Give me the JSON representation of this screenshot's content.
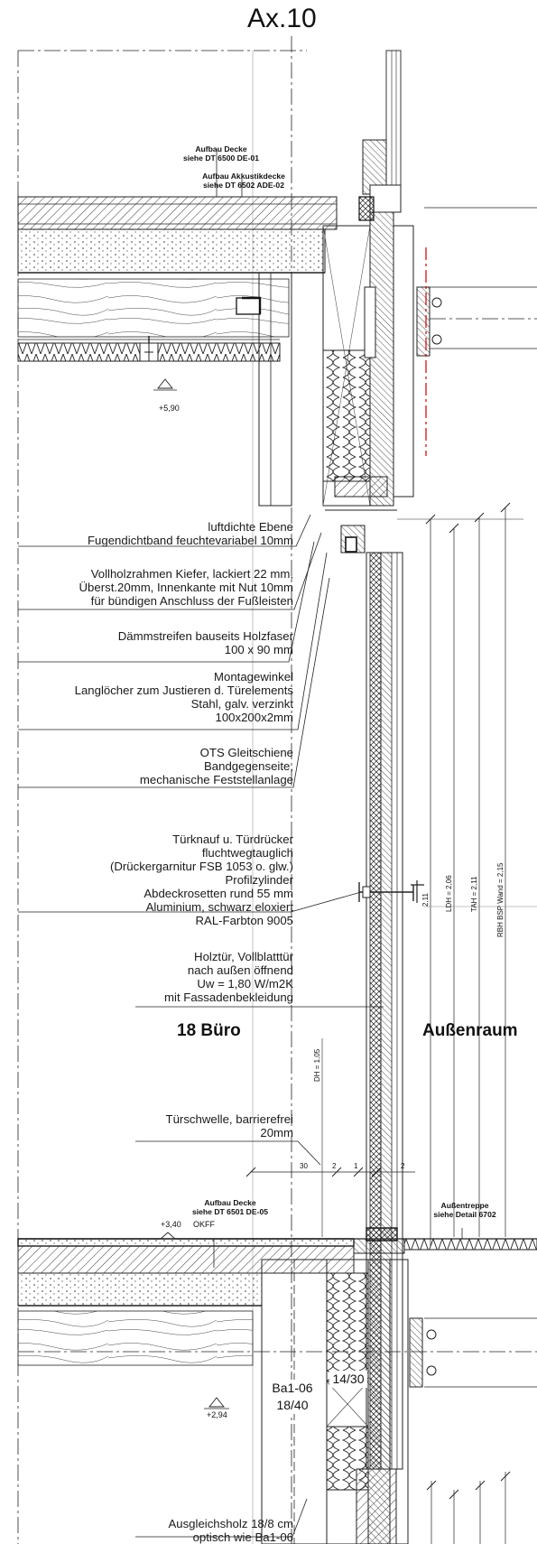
{
  "axis_label": "Ax.10",
  "rooms": {
    "inside": "18 Büro",
    "outside": "Außenraum"
  },
  "levels": {
    "ceiling_top": "+5,90",
    "floor_top": "+3,40",
    "floor_ref": "OKFF",
    "lower": "+2,94"
  },
  "beam": {
    "id": "Ba1-06",
    "size": "18/40",
    "post": "14/30"
  },
  "references": {
    "deck_top_1": "Aufbau Decke",
    "deck_top_2": "siehe DT 6500 DE-01",
    "acoustic_1": "Aufbau Akkustikdecke",
    "acoustic_2": "siehe DT 6502 ADE-02",
    "deck_floor_1": "Aufbau Decke",
    "deck_floor_2": "siehe DT 6501 DE-05",
    "stair_1": "Außentreppe",
    "stair_2": "siehe Detail 6702"
  },
  "annotations": {
    "a1": [
      "luftdichte Ebene",
      "Fugendichtband feuchtevariabel 10mm"
    ],
    "a2": [
      "Vollholzrahmen Kiefer, lackiert 22 mm,",
      "Überst.20mm, Innenkante mit Nut 10mm",
      "für bündigen Anschluss der Fußleisten"
    ],
    "a3": [
      "Dämmstreifen bauseits Holzfaser",
      "100 x 90 mm"
    ],
    "a4": [
      "Montagewinkel",
      "Langlöcher zum Justieren d. Türelements",
      "Stahl, galv. verzinkt",
      "100x200x2mm"
    ],
    "a5": [
      "OTS Gleitschiene",
      "Bandgegenseite,",
      "mechanische Feststellanlage"
    ],
    "a6": [
      "Türknauf u. Türdrücker",
      "fluchtwegtauglich",
      "(Drückergarnitur FSB 1053 o. glw.)",
      "Profilzylinder",
      "Abdeckrosetten rund 55 mm",
      "Aluminium, schwarz eloxiert",
      "RAL-Farbton 9005"
    ],
    "a7": [
      "Holztür, Vollblatttür",
      "nach außen öffnend",
      "Uw = 1,80 W/m2K",
      "mit Fassadenbekleidung"
    ],
    "a8": [
      "Türschwelle, barrierefrei",
      "20mm"
    ],
    "a9": [
      "Ausgleichsholz 18/8 cm",
      "optisch wie Ba1-06"
    ]
  },
  "dimensions": {
    "d_211": "2,11",
    "d_ldh": "LDH = 2,06",
    "d_tah": "TAH = 2,11",
    "d_rbh": "RBH BSP Wand = 2,15",
    "d_dh": "DH = 1,05",
    "d_308": "30",
    "d_25": "2",
    "d_15": "1",
    "d_21": "2"
  }
}
